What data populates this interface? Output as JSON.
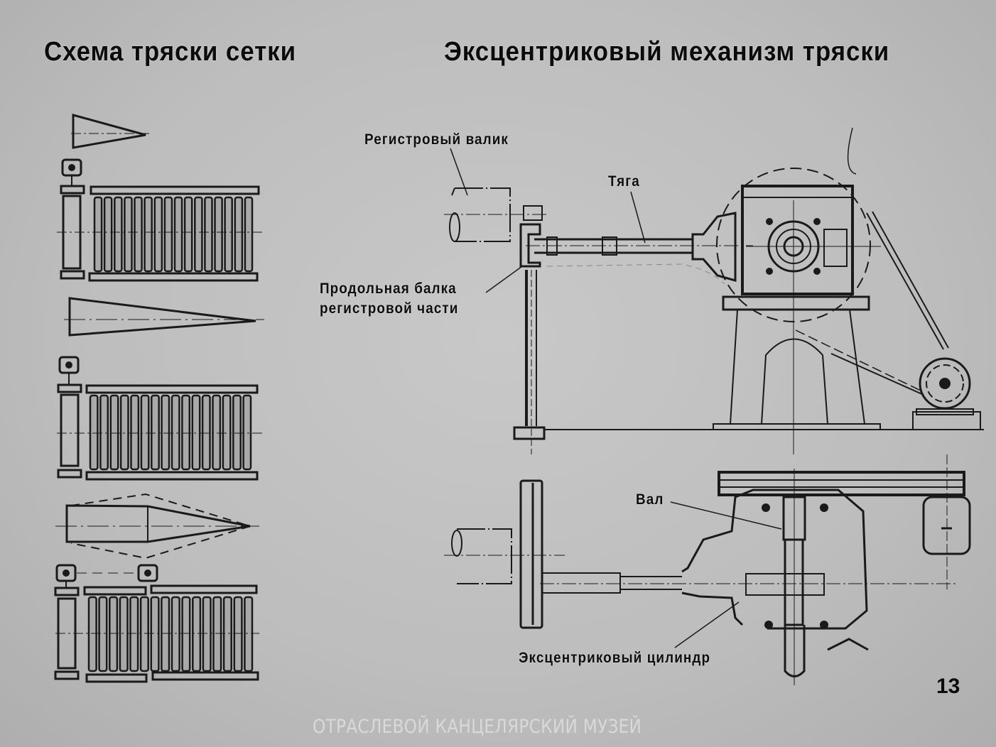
{
  "slide": {
    "left_title": "Схема тряски сетки",
    "right_title": "Эксцентриковый механизм тряски",
    "page_number": "13",
    "watermark": "ОТРАСЛЕВОЙ КАНЦЕЛЯРСКИЙ МУЗЕЙ"
  },
  "labels": {
    "register_roller": "Регистровый валик",
    "rod": "Тяга",
    "longitudinal_beam_line1": "Продольная балка",
    "longitudinal_beam_line2": "регистровой части",
    "shaft": "Вал",
    "eccentric_cylinder": "Эксцентриковый цилиндр"
  },
  "diagram": {
    "left_schemes": [
      {
        "name": "single-drive-short-amplitude",
        "rollers": 16,
        "drives": 1
      },
      {
        "name": "single-drive-long-amplitude",
        "rollers": 16,
        "drives": 1
      },
      {
        "name": "double-drive",
        "rollers": 16,
        "drives": 2
      }
    ],
    "colors": {
      "background": "#bdbdbd",
      "ink": "#1a1a1a",
      "watermark": "#d9d9d9"
    }
  }
}
